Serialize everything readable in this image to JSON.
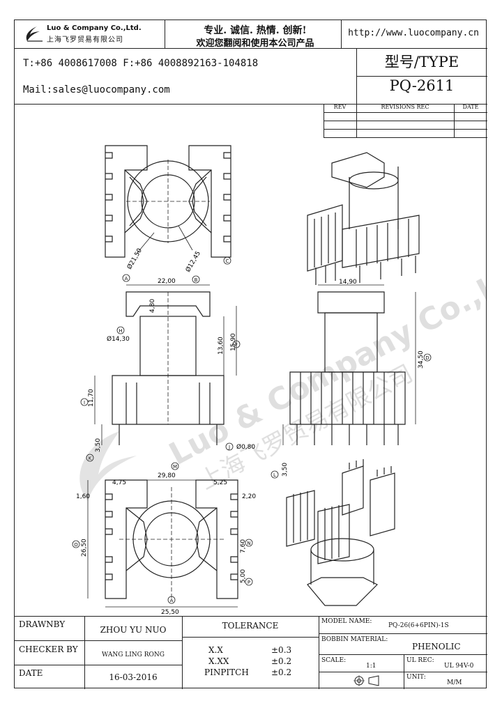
{
  "header": {
    "company_name_en": "Luo & Company Co.,Ltd.",
    "company_name_cn": "上海飞罗贸易有限公司",
    "slogan_line1": "专业. 诚信. 热情. 创新!",
    "slogan_line2": "欢迎您翻阅和使用本公司产品",
    "website": "http://www.luocompany.cn",
    "phone_fax": "T:+86 4008617008 F:+86 4008892163-104818",
    "email": "Mail:sales@luocompany.com",
    "type_label": "型号/TYPE",
    "type_value": "PQ-2611"
  },
  "revisions": {
    "col_rev": "REV",
    "col_revisions_rec": "REVISIONS REC",
    "col_date": "DATE"
  },
  "watermark": {
    "line1": "Luo & Company Co.,Ltd.",
    "line2": "上海飞罗贸易有限公司"
  },
  "dimensions": {
    "top_view_dia1": "Ø21,50",
    "top_view_dia2": "Ø12,45",
    "width_22": "22,00",
    "height_480": "4,80",
    "dia_1430": "Ø14,30",
    "h_1360": "13,60",
    "h_1590": "15,90",
    "h_1170": "11,70",
    "pin_350": "3,50",
    "pin_dia": "Ø0,80",
    "w_1490": "14,90",
    "h_3450": "34,50",
    "pin_350_b": "3,50",
    "w_2980": "29,80",
    "w_475": "4,75",
    "w_525": "5,25",
    "d_160": "1,60",
    "d_220": "2,20",
    "h_2650": "26,50",
    "d_760": "7,60",
    "d_500": "5,00",
    "w_2550": "25,50",
    "lbl_a": "A",
    "lbl_b": "B",
    "lbl_c": "C",
    "lbl_d": "D",
    "lbl_e": "E",
    "lbl_f": "F",
    "lbl_h": "H",
    "lbl_i": "I",
    "lbl_j": "J",
    "lbl_k": "K",
    "lbl_l": "L",
    "lbl_m": "M",
    "lbl_n": "N",
    "lbl_o": "O",
    "lbl_p": "P"
  },
  "title_block": {
    "drawn_by_label": "DRAWNBY",
    "drawn_by_value": "ZHOU YU NUO",
    "checker_label": "CHECKER BY",
    "checker_value": "WANG LING RONG",
    "date_label": "DATE",
    "date_value": "16-03-2016",
    "tolerance_label": "TOLERANCE",
    "tol_xx_label": "X.X",
    "tol_xx_value": "±0.3",
    "tol_xxx_label": "X.XX",
    "tol_xxx_value": "±0.2",
    "tol_pin_label": "PINPITCH",
    "tol_pin_value": "±0.2",
    "model_name_label": "MODEL NAME:",
    "model_name_value": "PQ-26(6+6PIN)-1S",
    "bobbin_label": "BOBBIN MATERIAL:",
    "bobbin_value": "PHENOLIC",
    "scale_label": "SCALE:",
    "scale_value": "1:1",
    "ul_label": "UL REC:",
    "ul_value": "UL 94V-0",
    "unit_label": "UNIT:",
    "unit_value": "M/M"
  }
}
